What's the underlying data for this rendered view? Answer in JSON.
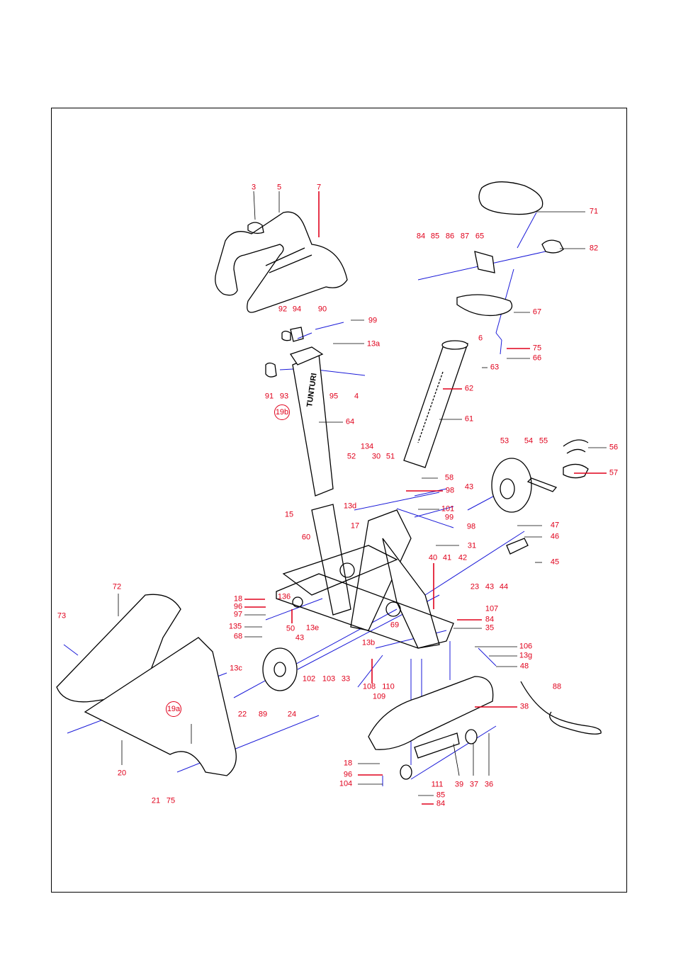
{
  "diagram": {
    "brand_text": "TUNTURI",
    "labels": [
      "3",
      "5",
      "7",
      "71",
      "84",
      "85",
      "86",
      "87",
      "65",
      "82",
      "92",
      "94",
      "90",
      "99",
      "13a",
      "67",
      "6",
      "75",
      "66",
      "91",
      "93",
      "95",
      "4",
      "63",
      "62",
      "61",
      "64",
      "53",
      "54",
      "55",
      "56",
      "57",
      "52",
      "134",
      "30",
      "51",
      "58",
      "98",
      "101",
      "99",
      "13d",
      "15",
      "17",
      "98",
      "31",
      "43",
      "47",
      "46",
      "45",
      "40",
      "41",
      "42",
      "23",
      "43",
      "44",
      "60",
      "72",
      "18",
      "96",
      "97",
      "136",
      "135",
      "68",
      "50",
      "43",
      "13e",
      "107",
      "84",
      "35",
      "73",
      "69",
      "13b",
      "106",
      "13g",
      "48",
      "13c",
      "102",
      "103",
      "33",
      "108",
      "110",
      "109",
      "24",
      "22",
      "89",
      "88",
      "38",
      "20",
      "18",
      "96",
      "104",
      "111",
      "39",
      "37",
      "36",
      "85",
      "84",
      "21",
      "75"
    ],
    "circled_labels": [
      "19b",
      "19a"
    ]
  }
}
